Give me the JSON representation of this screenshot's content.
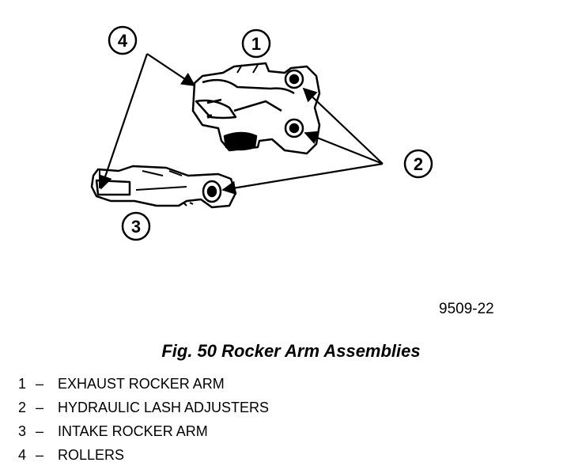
{
  "figure": {
    "id": "9509-22",
    "caption": "Fig. 50 Rocker Arm Assemblies"
  },
  "callouts": [
    {
      "number": "1"
    },
    {
      "number": "2"
    },
    {
      "number": "3"
    },
    {
      "number": "4"
    }
  ],
  "legend": {
    "dash": "–",
    "items": [
      {
        "number": "1",
        "label": "EXHAUST ROCKER ARM"
      },
      {
        "number": "2",
        "label": "HYDRAULIC LASH ADJUSTERS"
      },
      {
        "number": "3",
        "label": "INTAKE ROCKER ARM"
      },
      {
        "number": "4",
        "label": "ROLLERS"
      }
    ]
  }
}
